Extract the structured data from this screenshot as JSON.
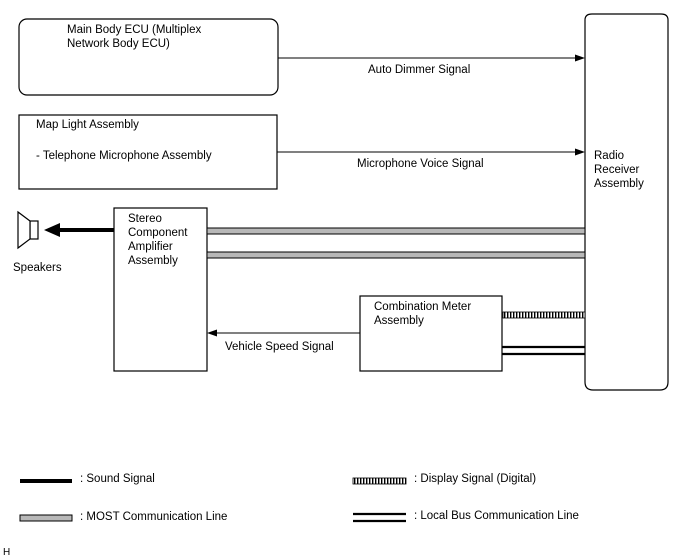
{
  "components": {
    "main_body_ecu": "Main Body ECU (Multiplex\nNetwork Body ECU)",
    "map_light": "Map Light Assembly",
    "telephone_mic": "- Telephone Microphone Assembly",
    "radio_receiver": "Radio\nReceiver\nAssembly",
    "stereo_amp": "Stereo\nComponent\nAmplifier\nAssembly",
    "speakers": "Speakers",
    "combination_meter": "Combination Meter\nAssembly"
  },
  "signals": {
    "auto_dimmer": "Auto Dimmer Signal",
    "microphone_voice": "Microphone Voice Signal",
    "vehicle_speed": "Vehicle Speed Signal"
  },
  "legend": {
    "sound_signal": ": Sound Signal",
    "display_signal": ": Display Signal (Digital)",
    "most_line": ": MOST Communication Line",
    "local_bus": ": Local Bus Communication Line"
  },
  "footer": {
    "code": "H"
  }
}
